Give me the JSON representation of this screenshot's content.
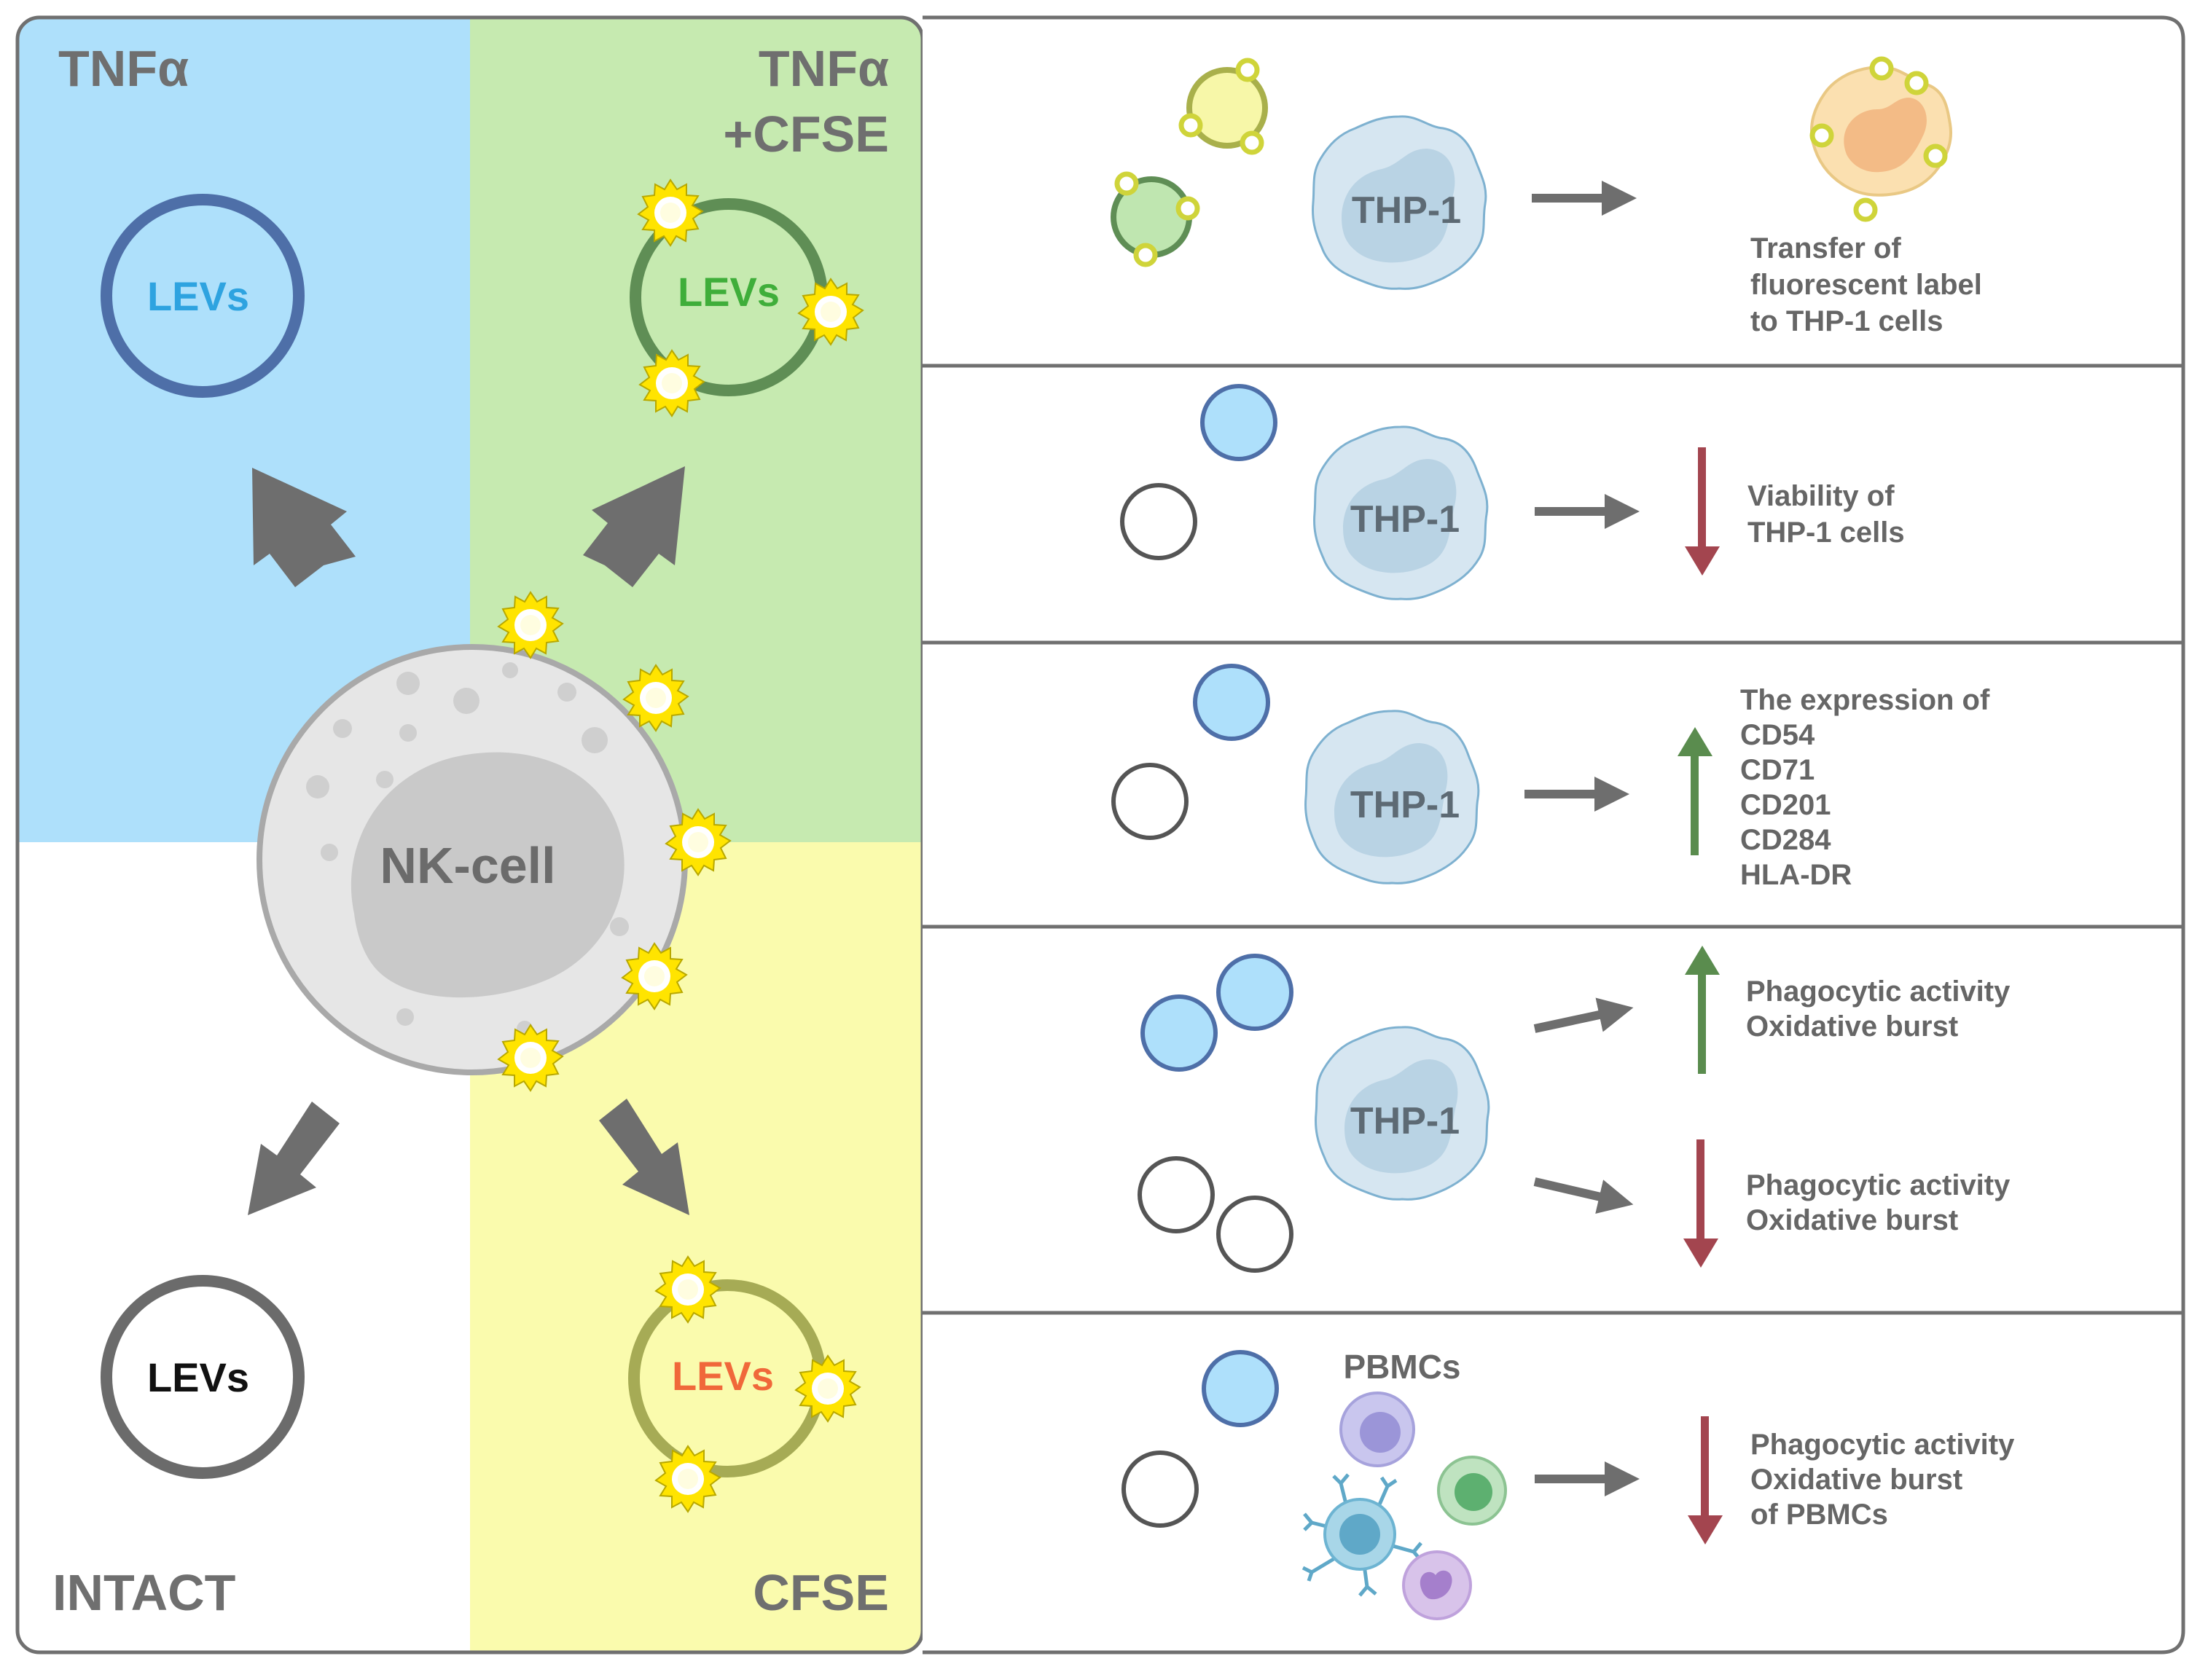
{
  "left_panel": {
    "q_tl_label": "TNFα",
    "q_tr_label_1": "TNFα",
    "q_tr_label_2": "+CFSE",
    "q_bl_label": "INTACT",
    "q_br_label": "CFSE",
    "center_cell_label": "NK-cell",
    "lev_label": "LEVs",
    "colors": {
      "tnf_bg": "#aee0fb",
      "tnf_cfse_bg": "#c6eab0",
      "cfse_bg": "#fafbad",
      "intact_bg": "#ffffff",
      "lev_tnf_text": "#2ea3e0",
      "lev_tnf_cfse_text": "#3fae3a",
      "lev_cfse_text": "#f0683a",
      "lev_intact_text": "#111111"
    }
  },
  "rows": [
    {
      "cell_label": "THP-1",
      "outcome_lines": [
        "Transfer of",
        "fluorescent label",
        "to THP-1 cells"
      ]
    },
    {
      "cell_label": "THP-1",
      "outcome_lines": [
        "Viability of",
        "THP-1 cells"
      ],
      "direction": "down"
    },
    {
      "cell_label": "THP-1",
      "outcome_lines": [
        "The expression of",
        "CD54",
        "CD71",
        "CD201",
        "CD284",
        "HLA-DR"
      ],
      "direction": "up"
    },
    {
      "cell_label": "THP-1",
      "outcome_upper": [
        "Phagocytic activity",
        "Oxidative burst"
      ],
      "outcome_lower": [
        "Phagocytic activity",
        "Oxidative burst"
      ],
      "direction_upper": "up",
      "direction_lower": "down"
    },
    {
      "cell_label": "PBMCs",
      "outcome_lines": [
        "Phagocytic activity",
        "Oxidative burst",
        "of PBMCs"
      ],
      "direction": "down"
    }
  ],
  "icons": {
    "arrow_up_color": "#5a8c4e",
    "arrow_down_color": "#a3454f",
    "big_arrow_color": "#6e6e6e"
  }
}
